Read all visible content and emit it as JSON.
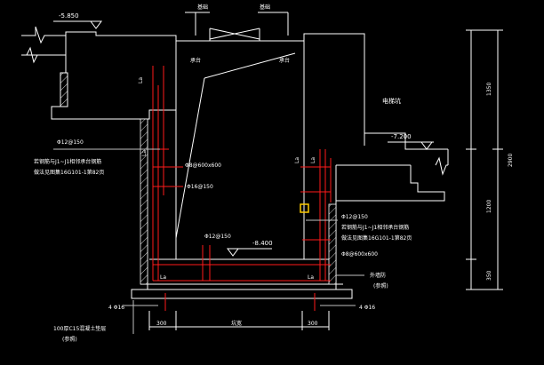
{
  "elevations": {
    "top": "-5.850",
    "right": "-7.200",
    "bottom": "-8.400"
  },
  "labels": {
    "top_left": "基础",
    "top_right": "基础",
    "mid_left": "承台",
    "mid_right": "承台",
    "la": "La",
    "pit": "电梯坑",
    "waterproof": "外墙防",
    "waterproof_note": "(参照)"
  },
  "rebar_notes": {
    "left_spec": "Φ12@150",
    "left_note1": "若钢筋与J1~J1相邻承台钢筋",
    "left_note2": "做法见图集16G101-1第82页",
    "beam_size": "Φ8@600x600",
    "inner_spec": "Φ16@150",
    "bottom_spec": "Φ12@150",
    "right_spec": "Φ12@150",
    "right_note1": "若钢筋与J1~J1相邻承台钢筋",
    "right_note2": "做法见图集16G101-1第82页",
    "right_beam": "Φ8@600x600",
    "left_bars": "4 Φ16",
    "right_bars": "4 Φ16"
  },
  "cushion_note": {
    "line1": "100厚C15混凝土垫层",
    "line2": "(参照)"
  },
  "dimensions": {
    "d1350": "1350",
    "d2900": "2900",
    "d1200": "1200",
    "d350": "350",
    "left300": "300",
    "center": "坑宽",
    "right300": "300"
  },
  "colors": {
    "background": "#000000",
    "outline": "#ffffff",
    "rebar": "#ff1a1a",
    "marker": "#ffcc00"
  }
}
